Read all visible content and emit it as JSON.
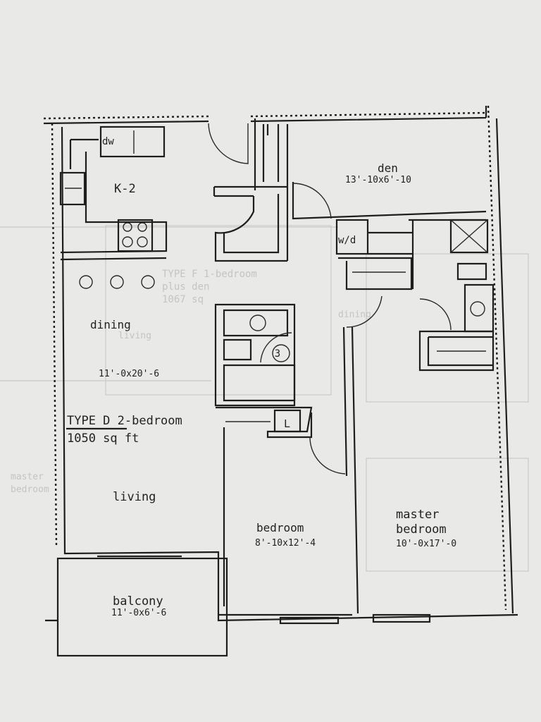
{
  "plan": {
    "rooms": {
      "kitchen": "K-2",
      "dishwasher": "dw",
      "washer_dryer": "w/d",
      "den": "den",
      "den_size": "13'-10x6'-10",
      "dining": "dining",
      "dining_size": "11'-0x20'-6",
      "living": "living",
      "bedroom": "bedroom",
      "bedroom_size": "8'-10x12'-4",
      "master_line1": "master",
      "master_line2": "bedroom",
      "master_size": "10'-0x17'-0",
      "balcony": "balcony",
      "balcony_size": "11'-0x6'-6",
      "linen": "L",
      "bath_number": "3"
    },
    "unit_type": "TYPE D 2-bedroom",
    "unit_area": "1050 sq ft",
    "ghost_text": [
      "TYPE F 1-bedroom",
      "plus den",
      "1067 sq",
      "living",
      "dining",
      "master",
      "bedroom"
    ]
  }
}
